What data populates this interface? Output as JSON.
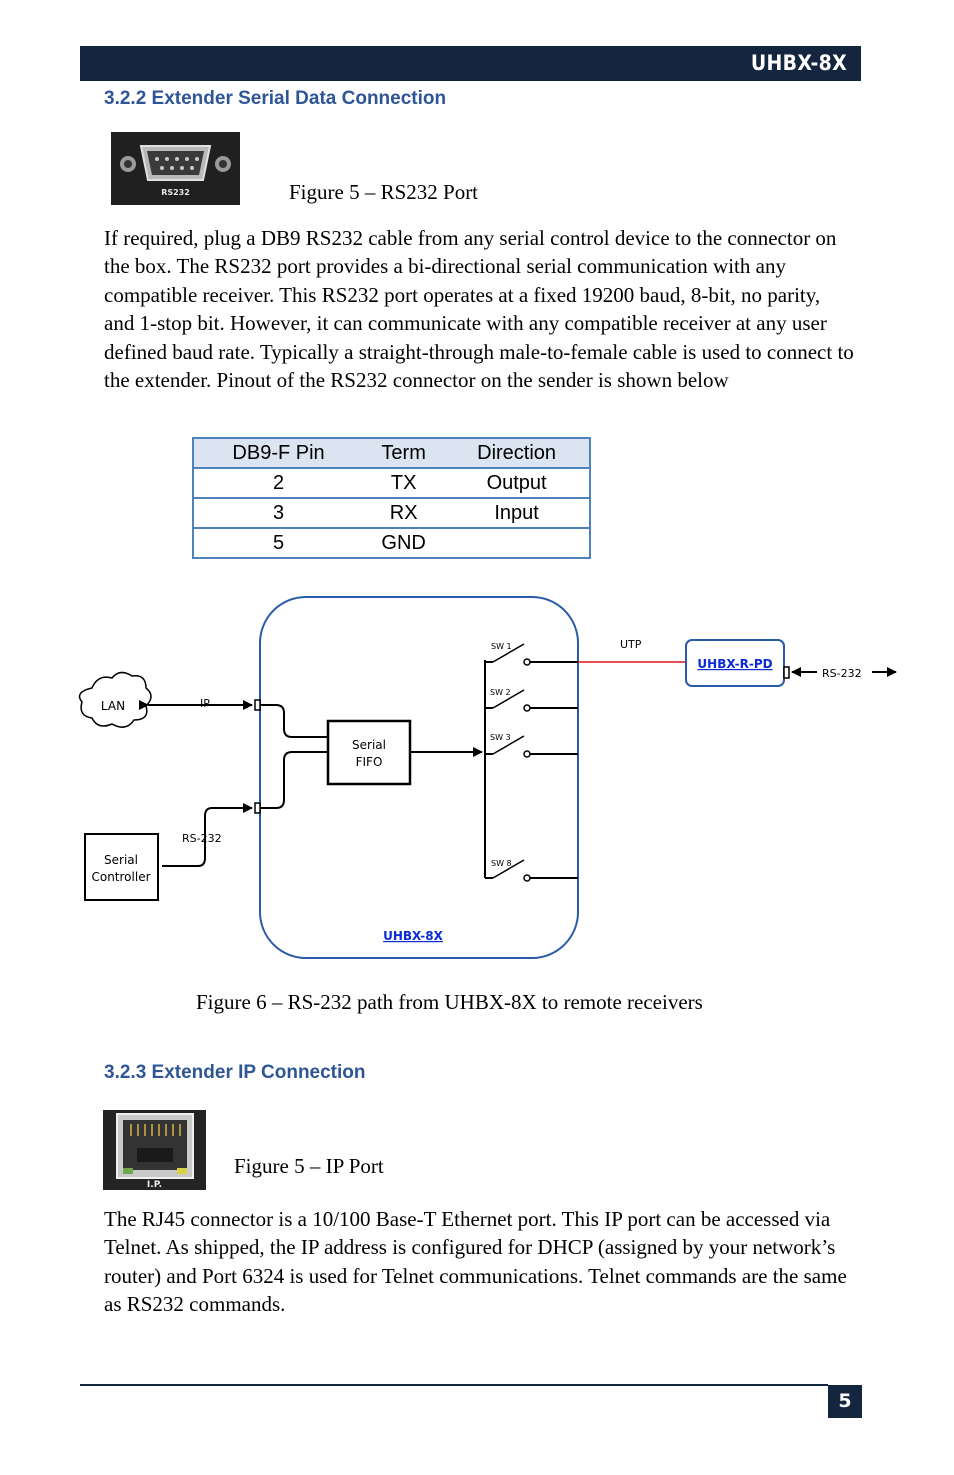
{
  "header": {
    "title": "UHBX-8X"
  },
  "section1": {
    "heading": "3.2.2 Extender Serial Data Connection",
    "photo_label": "RS232",
    "figure_caption": "Figure 5 – RS232 Port",
    "paragraph": "If required, plug a DB9 RS232 cable from any serial control device to the connector on the box. The RS232 port provides a bi-directional serial communication with any compatible receiver. This RS232 port operates at a fixed 19200 baud, 8-bit, no parity, and 1-stop bit. However, it can communicate with any compatible receiver at any user defined baud rate. Typically a straight-through male-to-female cable is used to connect to the extender. Pinout of the RS232 connector on the sender is shown below"
  },
  "pin_table": {
    "headers": [
      "DB9-F Pin",
      "Term",
      "Direction"
    ],
    "rows": [
      [
        "2",
        "TX",
        "Output"
      ],
      [
        "3",
        "RX",
        "Input"
      ],
      [
        "5",
        "GND",
        ""
      ]
    ]
  },
  "diagram": {
    "lan": "LAN",
    "ip": "IP",
    "rs232_left": "RS-232",
    "controller_line1": "Serial",
    "controller_line2": "Controller",
    "fifo_line1": "Serial",
    "fifo_line2": "FIFO",
    "sw1": "SW 1",
    "sw2": "SW 2",
    "sw3": "SW 3",
    "sw8": "SW 8",
    "utp": "UTP",
    "receiver": "UHBX-R-PD",
    "rs232_right": "RS-232",
    "device": "UHBX-8X",
    "colors": {
      "device_border": "#2a5aa8",
      "utp_line": "#e0141e",
      "link_text": "#0a2bd6"
    }
  },
  "figure6_caption": "Figure 6 – RS-232 path from UHBX-8X to remote receivers",
  "section2": {
    "heading": "3.2.3 Extender IP Connection",
    "photo_label": "I.P.",
    "figure_caption": "Figure 5 – IP Port",
    "paragraph": "The RJ45 connector is a 10/100 Base-T Ethernet port. This IP port can be accessed via Telnet. As shipped, the IP address is configured for DHCP (assigned by your network’s router) and Port 6324 is used for Telnet communications. Telnet commands are the same as RS232 commands."
  },
  "footer": {
    "page_number": "5"
  }
}
